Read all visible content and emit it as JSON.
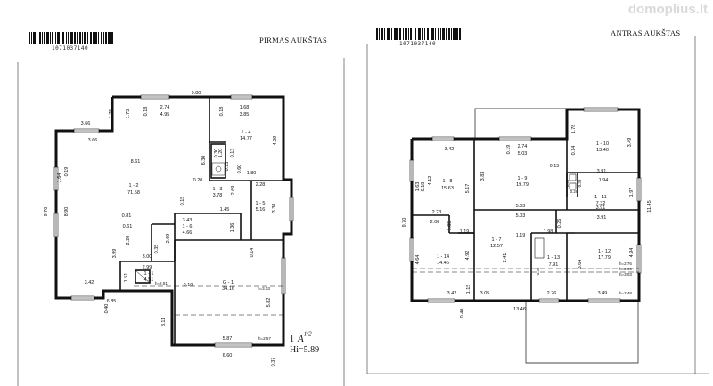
{
  "watermark": "domoplius.lt",
  "sheets": {
    "first": {
      "title": "PIRMAS AUKŠTAS",
      "barcode_number": "1071037140",
      "scale": "1",
      "scale_symbol": "A",
      "scale_ratio": "1/2",
      "height_label": "Hi=5.89",
      "labels": {
        "d_9_80": "9.80",
        "d_2_74": "2.74",
        "d_4_95": "4.95",
        "d_1_68": "1.68",
        "d_3_85": "3.85",
        "d_3_66a": "3.66",
        "d_3_66b": "3.66",
        "d_1_75": "1.75",
        "d_0_18a": "0.18",
        "d_0_18b": "0.18",
        "d_8_61": "8.61",
        "room_1_2": "1 - 2",
        "area_71_58": "71.58",
        "room_1_4": "1 - 4",
        "area_14_77": "14.77",
        "d_4_09": "4.09",
        "d_1_64": "1.64",
        "d_0_19": "0.19",
        "d_9_70": "9.70",
        "d_8_90": "8.90",
        "d_6_30": "6.30",
        "d_0_30": "0.30",
        "d_1_20": "1.20",
        "d_0_15a": "0.15",
        "d_0_13": "0.13",
        "d_0_60": "0.60",
        "d_1_80": "1.80",
        "d_0_20": "0.20",
        "room_1_3": "1 - 3",
        "area_3_78": "3.78",
        "d_2_69a": "2.69",
        "d_2_28": "2.28",
        "room_1_5": "1 - 5",
        "area_5_16": "5.16",
        "d_3_38": "3.38",
        "d_0_15b": "0.15",
        "d_1_45": "1.45",
        "d_0_81": "0.81",
        "d_0_61": "0.61",
        "d_2_20": "2.20",
        "d_3_43": "3.43",
        "room_1_6": "1 - 6",
        "area_4_66": "4.66",
        "d_1_36": "1.36",
        "d_2_69b": "2.69",
        "d_0_35": "0.35",
        "d_3_99": "3.99",
        "d_3_00": "3.00",
        "d_0_14a": "0.14",
        "d_2_99": "2.99",
        "d_1_51": "1.51",
        "room_1_1": "1 - 1",
        "area_4_51": "4.51",
        "h_2_81": "h=2.81",
        "d_3_42": "3.42",
        "d_0_19b": "0.19",
        "room_g_1": "G - 1",
        "area_34_16": "34.16",
        "h_3_03": "h=3.03",
        "d_5_82": "5.82",
        "d_6_85": "6.85",
        "d_0_40": "0.40",
        "d_3_11": "3.11",
        "d_5_87": "5.87",
        "h_2_57": "h=2.57",
        "d_6_60": "6.60",
        "d_0_37": "0.37"
      }
    },
    "second": {
      "title": "ANTRAS AUKŠTAS",
      "barcode_number": "1071037140",
      "labels": {
        "d_3_42a": "3.42",
        "d_2_74": "2.74",
        "d_5_03a": "5.03",
        "d_1_78": "1.78",
        "room_1_10": "1 - 10",
        "area_13_40": "13.40",
        "d_3_49": "3.49",
        "d_0_19": "0.19",
        "d_0_14": "0.14",
        "d_0_15": "0.15",
        "d_3_91a": "3.91",
        "d_1_63": "1.63",
        "d_0_18": "0.18",
        "d_4_12": "4.12",
        "room_1_8": "1 - 8",
        "area_15_63": "15.63",
        "d_5_17": "5.17",
        "d_3_83": "3.83",
        "room_1_9": "1 - 9",
        "area_19_79": "19.79",
        "d_0_38a": "0.38",
        "d_0_28": "0.28",
        "d_1_94": "1.94",
        "d_0_58": "0.58",
        "room_1_11": "1 - 11",
        "area_7_32": "7.32",
        "d_1_97": "1.97",
        "d_3_91b": "3.91",
        "d_11_45": "11.45",
        "d_9_70": "9.70",
        "d_2_23": "2.23",
        "d_5_03b": "5.03",
        "d_5_03c": "5.03",
        "d_0_26": "0.26",
        "d_3_91c": "3.91",
        "d_2_00": "2.00",
        "d_1_05": "1.05",
        "d_1_19a": "1.19",
        "d_1_19b": "1.19",
        "d_1_98": "1.98",
        "d_4_64": "4.64",
        "room_1_14": "1 - 14",
        "area_14_46": "14.46",
        "d_4_92": "4.92",
        "room_1_7": "1 - 7",
        "area_12_57": "12.57",
        "d_2_41": "2.41",
        "room_1_13": "1 - 13",
        "area_7_91": "7.91",
        "d_0_38b": "0.38",
        "d_3_64": "3.64",
        "room_1_12": "1 - 12",
        "area_17_79": "17.79",
        "h_2_76": "h=2.76",
        "h_2_90": "h=2.90",
        "h_3_03": "h=3.03",
        "d_4_94": "4.94",
        "d_3_42b": "3.42",
        "d_1_15": "1.15",
        "d_3_05": "3.05",
        "d_2_26": "2.26",
        "d_3_49b": "3.49",
        "h_2_48": "h=2.48",
        "d_0_40": "0.40",
        "d_13_46": "13.46"
      }
    }
  }
}
